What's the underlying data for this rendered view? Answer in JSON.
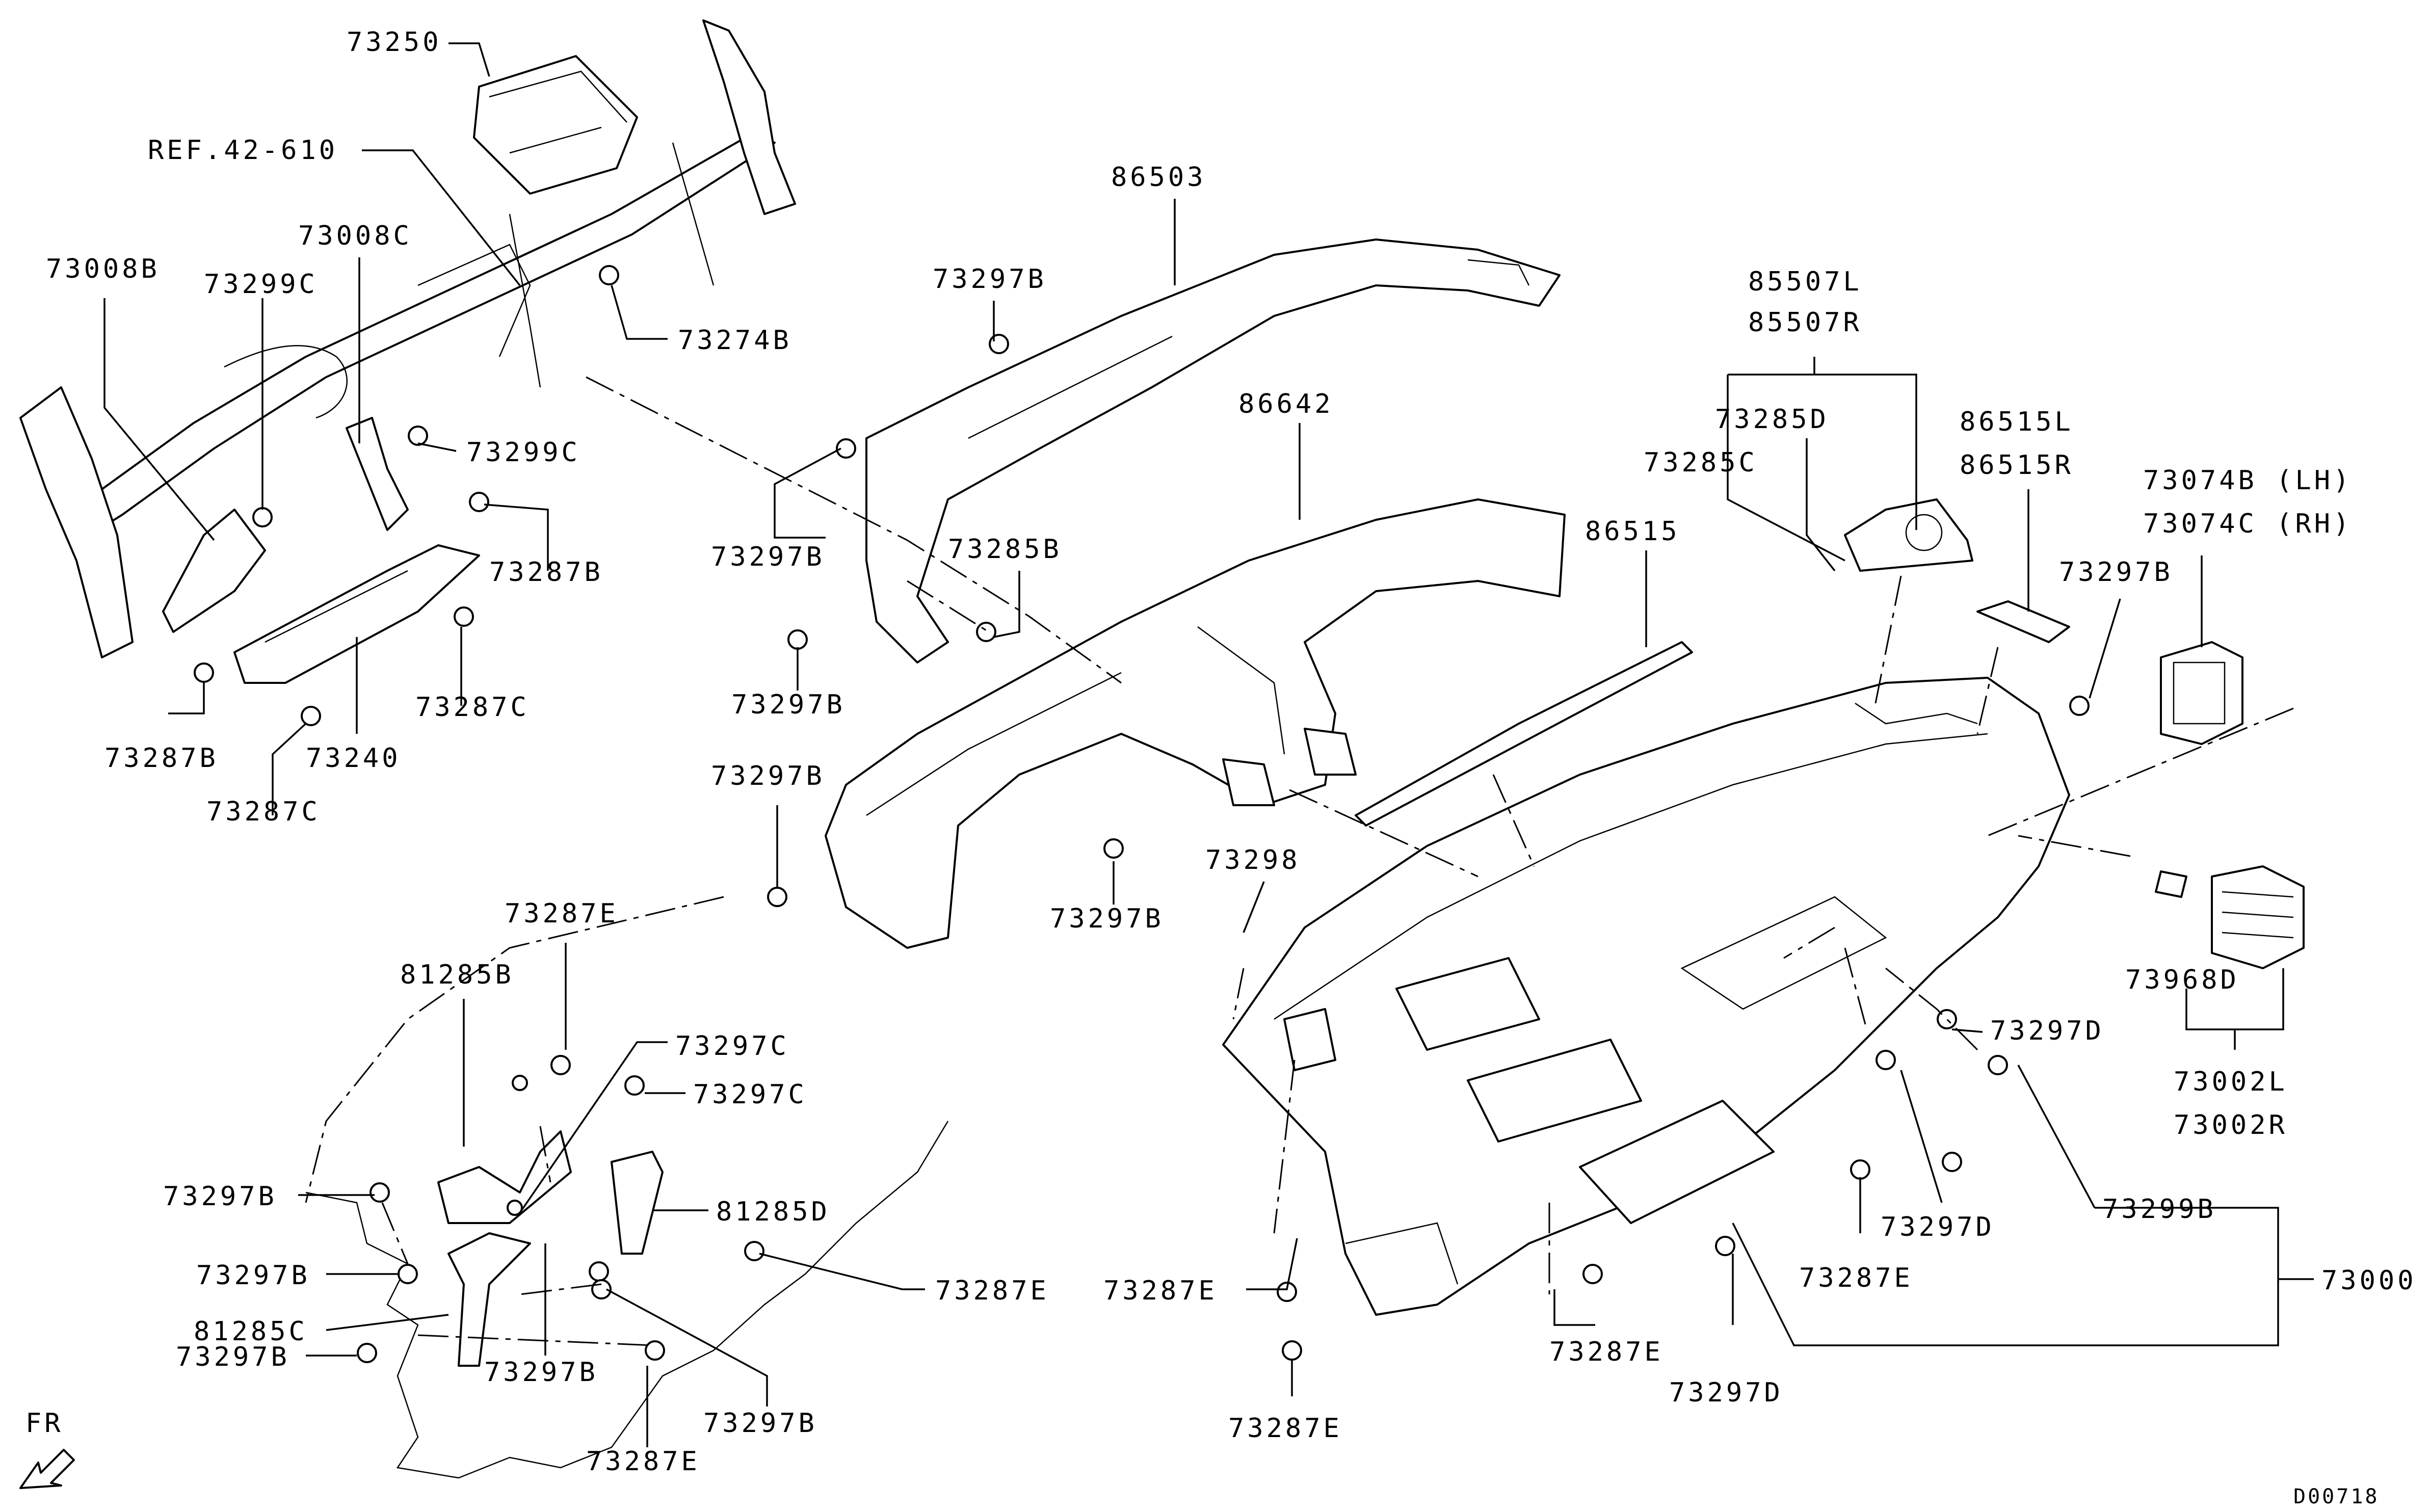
{
  "labels": {
    "l73250": "73250",
    "ref42610": "REF.42-610",
    "l73008B": "73008B",
    "l73299C_a": "73299C",
    "l73008C": "73008C",
    "l73274B": "73274B",
    "l73299C_b": "73299C",
    "l73287B_a": "73287B",
    "l73287C_a": "73287C",
    "l73287B_b": "73287B",
    "l73240": "73240",
    "l73287C_b": "73287C",
    "l86503": "86503",
    "l73297B_1": "73297B",
    "l73297B_2": "73297B",
    "l73285B": "73285B",
    "l73297B_3": "73297B",
    "l86642": "86642",
    "l73297B_4": "73297B",
    "l73297B_5": "73297B",
    "l73298": "73298",
    "l85507L": "85507L",
    "l85507R": "85507R",
    "l73285D": "73285D",
    "l73285C": "73285C",
    "l86515L": "86515L",
    "l86515R": "86515R",
    "l86515": "86515",
    "l73074B": "73074B (LH)",
    "l73074C": "73074C (RH)",
    "l73297B_6": "73297B",
    "l73968D": "73968D",
    "l73002L": "73002L",
    "l73002R": "73002R",
    "l73297D_a": "73297D",
    "l73297D_b": "73297D",
    "l73299B": "73299B",
    "l73000": "73000",
    "l73287E_a": "73287E",
    "l73287E_b": "73287E",
    "l73287E_c": "73287E",
    "l73287E_d": "73287E",
    "l73297D_c": "73297D",
    "l73287E_e": "73287E",
    "l81285B": "81285B",
    "l73297C_a": "73297C",
    "l73297C_b": "73297C",
    "l73297B_7": "73297B",
    "l81285D": "81285D",
    "l73297B_8": "73297B",
    "l73287E_f": "73287E",
    "l81285C": "81285C",
    "l73297B_9": "73297B",
    "l73297B_10": "73297B",
    "l73297B_11": "73297B",
    "l73287E_g": "73287E"
  },
  "fr_label": "FR",
  "diagram_code": "D00718"
}
